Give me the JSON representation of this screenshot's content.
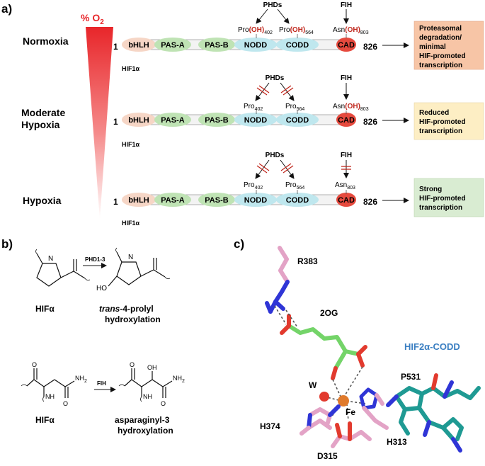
{
  "panel_a": {
    "label": "a)",
    "o2_label": "% O",
    "o2_sub": "2",
    "colors": {
      "bhlh": "#f6d6c6",
      "pas": "#bfe3b4",
      "odd": "#bfe7ee",
      "cad": "#e64a3e",
      "hydroxyl": "#c0281e",
      "box_normoxia": "#f7c5a6",
      "box_moderate": "#fdeec4",
      "box_hypoxia": "#d9ecd2"
    },
    "rows": [
      {
        "condition": "Normoxia",
        "start": "1",
        "end": "826",
        "protein": "HIF1α",
        "domains": [
          "bHLH",
          "PAS-A",
          "PAS-B",
          "NODD",
          "CODD",
          "CAD"
        ],
        "enzyme_phd": "PHDs",
        "enzyme_fih": "FIH",
        "pro1_pre": "Pro",
        "pro1_oh": "(OH)",
        "pro1_sub": "402",
        "pro2_pre": "Pro",
        "pro2_oh": "(OH)",
        "pro2_sub": "564",
        "asn_pre": "Asn",
        "asn_oh": "(OH)",
        "asn_sub": "803",
        "outcome_lines": [
          "Proteasomal",
          "degradation/",
          "minimal",
          "HIF-promoted",
          "transcription"
        ]
      },
      {
        "condition_lines": [
          "Moderate",
          "Hypoxia"
        ],
        "start": "1",
        "end": "826",
        "protein": "HIF1α",
        "domains": [
          "bHLH",
          "PAS-A",
          "PAS-B",
          "NODD",
          "CODD",
          "CAD"
        ],
        "enzyme_phd": "PHDs",
        "enzyme_fih": "FIH",
        "pro1_pre": "Pro",
        "pro1_sub": "402",
        "pro2_pre": "Pro",
        "pro2_sub": "564",
        "asn_pre": "Asn",
        "asn_oh": "(OH)",
        "asn_sub": "803",
        "outcome_lines": [
          "Reduced",
          "HIF-promoted",
          "transcription"
        ]
      },
      {
        "condition": "Hypoxia",
        "start": "1",
        "end": "826",
        "protein": "HIF1α",
        "domains": [
          "bHLH",
          "PAS-A",
          "PAS-B",
          "NODD",
          "CODD",
          "CAD"
        ],
        "enzyme_phd": "PHDs",
        "enzyme_fih": "FIH",
        "pro1_pre": "Pro",
        "pro1_sub": "402",
        "pro2_pre": "Pro",
        "pro2_sub": "564",
        "asn_pre": "Asn",
        "asn_sub": "803",
        "outcome_lines": [
          "Strong",
          "HIF-promoted",
          "transcription"
        ]
      }
    ]
  },
  "panel_b": {
    "label": "b)",
    "enzyme1": "PHD1-3",
    "substrate1": "HIFα",
    "product1_italic": "trans",
    "product1_rest": "-4-prolyl",
    "product1_line2": "hydroxylation",
    "oh_label": "HO",
    "n_label": "N",
    "enzyme2": "FIH",
    "substrate2": "HIFα",
    "product2_line1": "asparaginyl-3",
    "product2_line2": "hydroxylation",
    "nh2_label": "NH",
    "nh2_sub": "2",
    "nh_label": "NH",
    "oh2_label": "OH"
  },
  "panel_c": {
    "label": "c)",
    "residues": [
      "R383",
      "2OG",
      "W",
      "Fe",
      "H374",
      "D315",
      "H313",
      "P531"
    ],
    "complex_label": "HIF2α-CODD",
    "colors": {
      "pink": "#e3a3c6",
      "green": "#74d469",
      "teal": "#1f9a93",
      "blue": "#2f35d6",
      "red": "#e23a2e",
      "iron": "#e07a2c",
      "label_blue": "#3b7fc2"
    }
  }
}
